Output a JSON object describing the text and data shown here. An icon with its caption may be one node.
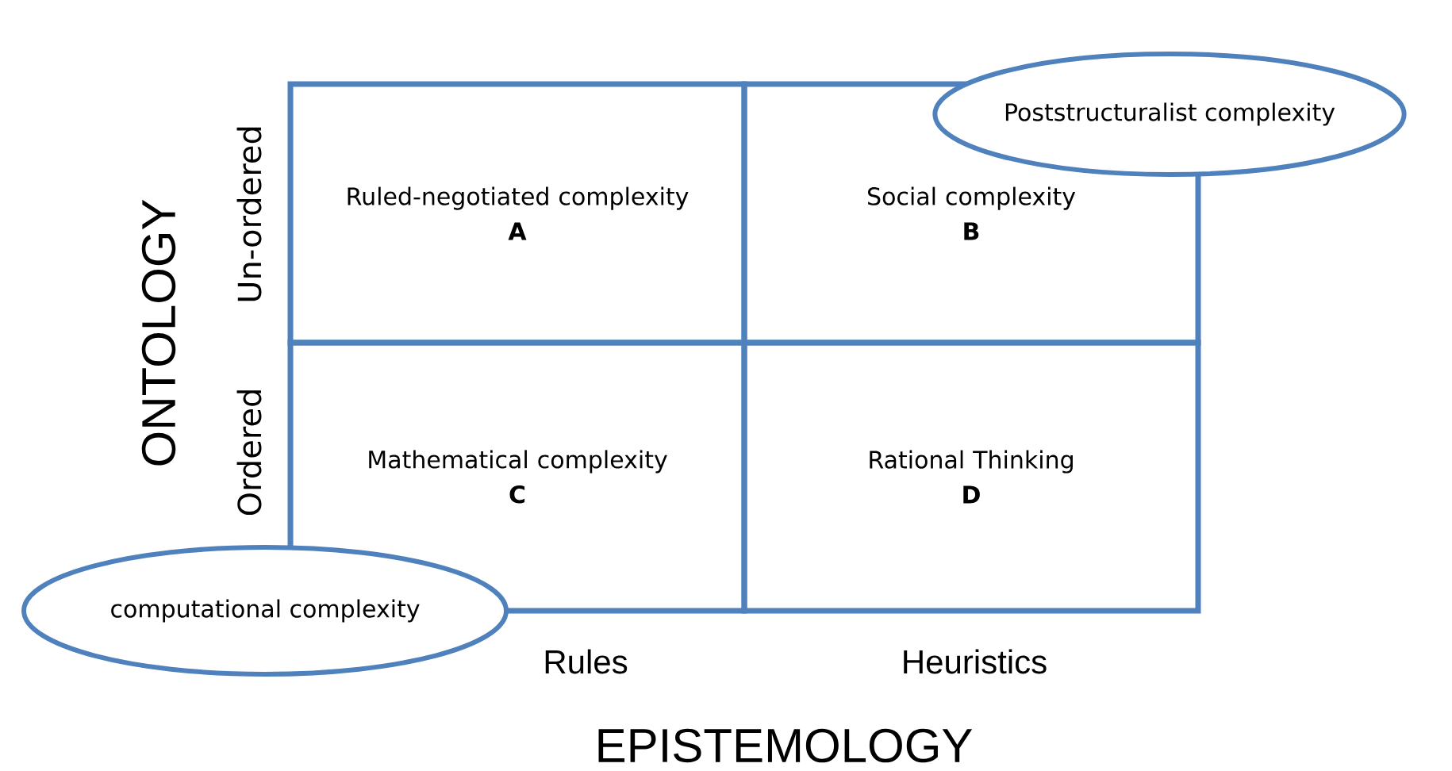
{
  "diagram": {
    "nodes": [
      {
        "text": [
          "Ruled-negotiated complexity",
          "A"
        ]
      },
      {
        "text": [
          "Social complexity",
          "B"
        ]
      },
      {
        "text": [
          "Mathematical complexity",
          "C"
        ]
      },
      {
        "text": [
          "Rational Thinking",
          "D"
        ]
      },
      {
        "text": [
          "Poststructuralist complexity"
        ]
      },
      {
        "text": [
          "computational complexity"
        ]
      }
    ],
    "edges": [],
    "labels": [
      "ONTOLOGY",
      "Un-ordered",
      "Ordered",
      "Rules",
      "Heuristics",
      "EPISTEMOLOGY"
    ]
  }
}
